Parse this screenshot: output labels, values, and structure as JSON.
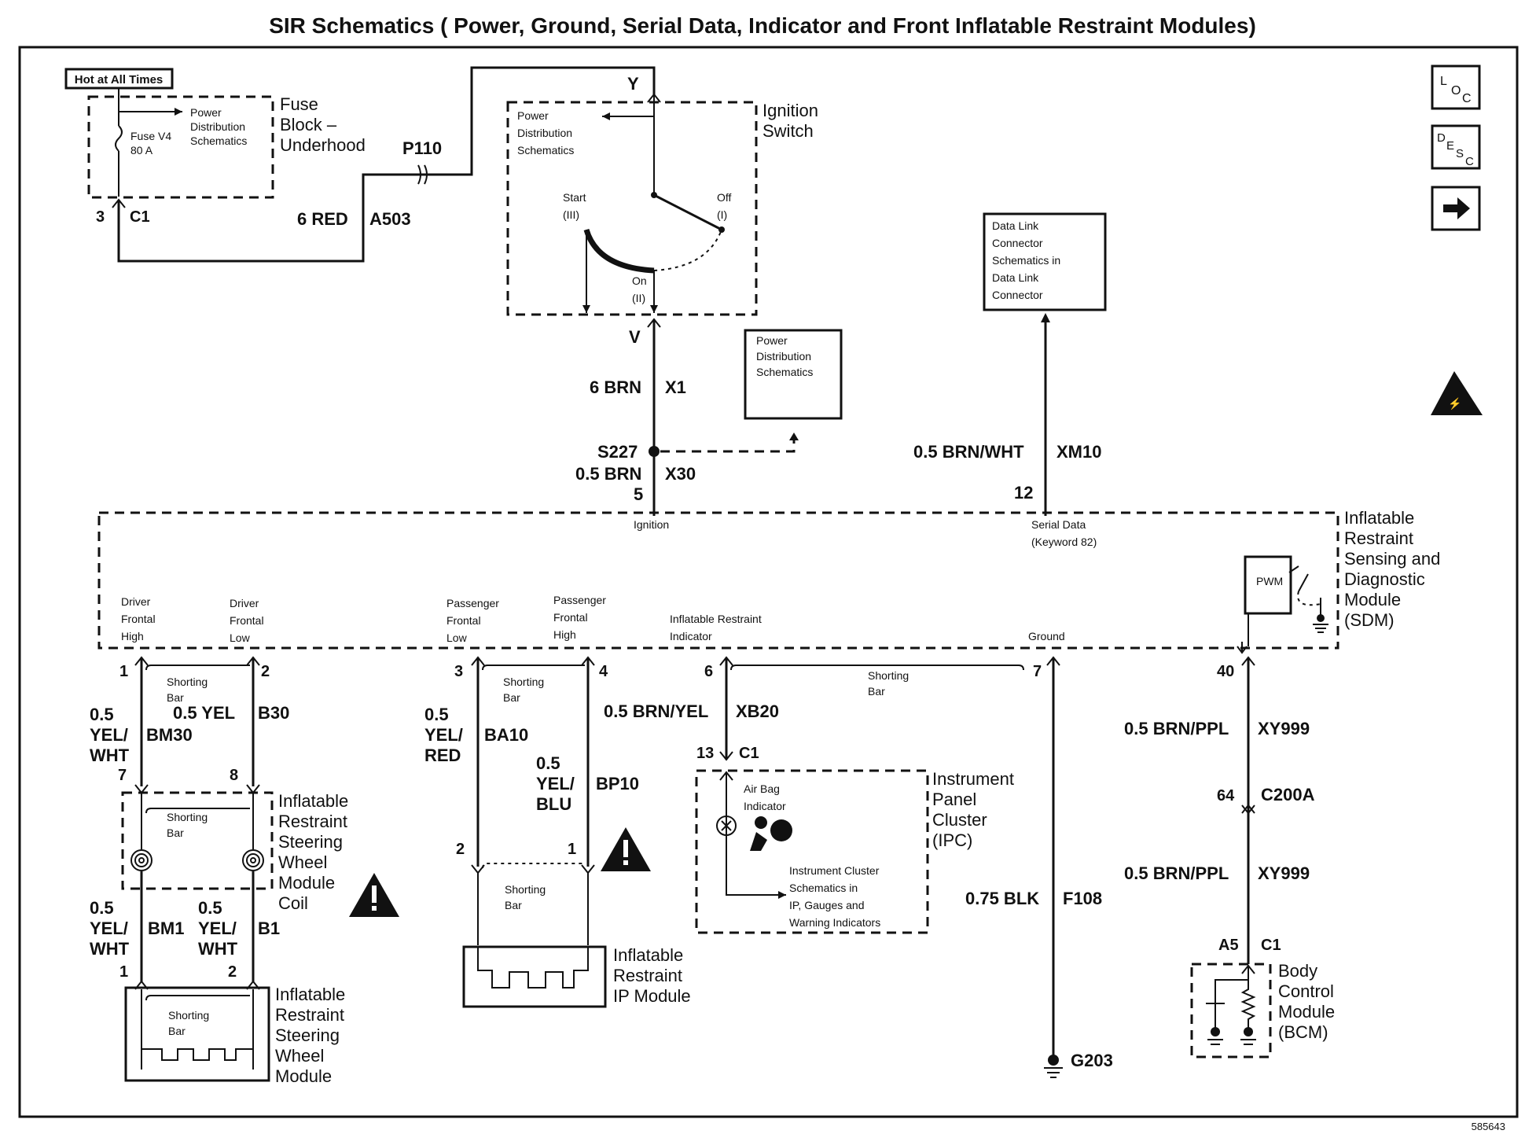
{
  "title": "SIR Schematics ( Power, Ground, Serial Data, Indicator and Front Inflatable Restraint Modules)",
  "figure_number": "585643",
  "nav_icons": {
    "loc": [
      "L",
      "O",
      "C"
    ],
    "desc": [
      "D",
      "E",
      "S",
      "C"
    ],
    "next": "next-arrow-icon"
  },
  "hot_at_all_times": "Hot at All Times",
  "fuse_block": {
    "name": [
      "Fuse",
      "Block –",
      "Underhood"
    ],
    "fuse": [
      "Fuse V4",
      "80 A"
    ],
    "pds": [
      "Power",
      "Distribution",
      "Schematics"
    ],
    "pin": "3",
    "conn": "C1"
  },
  "p110": "P110",
  "wire_a503": {
    "size_color": "6 RED",
    "circuit": "A503"
  },
  "ignition_switch": {
    "name": [
      "Ignition",
      "Switch"
    ],
    "pds": [
      "Power",
      "Distribution",
      "Schematics"
    ],
    "start": [
      "Start",
      "(III)"
    ],
    "off": [
      "Off",
      "(I)"
    ],
    "on": [
      "On",
      "(II)"
    ],
    "y": "Y",
    "v": "V"
  },
  "wire_x1": {
    "size_color": "6 BRN",
    "circuit": "X1"
  },
  "pds_box": [
    "Power",
    "Distribution",
    "Schematics"
  ],
  "splice": {
    "name": "S227",
    "size_color": "0.5 BRN",
    "circuit": "X30",
    "pin": "5"
  },
  "dlc_box": [
    "Data Link",
    "Connector",
    "Schematics in",
    "Data Link",
    "Connector"
  ],
  "wire_xm10": {
    "size_color": "0.5 BRN/WHT",
    "circuit": "XM10",
    "pin": "12"
  },
  "sdm": {
    "name": [
      "Inflatable",
      "Restraint",
      "Sensing and",
      "Diagnostic",
      "Module",
      "(SDM)"
    ],
    "ignition": "Ignition",
    "serial": [
      "Serial Data",
      "(Keyword 82)"
    ],
    "pwm": "PWM",
    "driver_high": [
      "Driver",
      "Frontal",
      "High"
    ],
    "driver_low": [
      "Driver",
      "Frontal",
      "Low"
    ],
    "pass_low": [
      "Passenger",
      "Frontal",
      "Low"
    ],
    "pass_high": [
      "Passenger",
      "Frontal",
      "High"
    ],
    "indicator": [
      "Inflatable Restraint",
      "Indicator"
    ],
    "ground": "Ground"
  },
  "pins": {
    "p1": "1",
    "p2": "2",
    "p3": "3",
    "p4": "4",
    "p6": "6",
    "p7": "7",
    "p40": "40"
  },
  "shorting_bar": [
    "Shorting",
    "Bar"
  ],
  "wire_bm30": {
    "size": [
      "0.5",
      "YEL/",
      "WHT"
    ],
    "circuit": "BM30"
  },
  "wire_b30": {
    "size": "0.5 YEL",
    "circuit": "B30"
  },
  "coil": {
    "name": [
      "Inflatable",
      "Restraint",
      "Steering",
      "Wheel",
      "Module",
      "Coil"
    ],
    "pin7": "7",
    "pin8": "8"
  },
  "wire_bm1": {
    "size": [
      "0.5",
      "YEL/",
      "WHT"
    ],
    "circuit": "BM1",
    "pin": "1"
  },
  "wire_b1": {
    "size": [
      "0.5",
      "YEL/",
      "WHT"
    ],
    "circuit": "B1",
    "pin": "2"
  },
  "sw_module": {
    "name": [
      "Inflatable",
      "Restraint",
      "Steering",
      "Wheel",
      "Module"
    ]
  },
  "wire_ba10": {
    "size": [
      "0.5",
      "YEL/",
      "RED"
    ],
    "circuit": "BA10",
    "pin": "2"
  },
  "wire_bp10": {
    "size": [
      "0.5",
      "YEL/",
      "BLU"
    ],
    "circuit": "BP10",
    "pin": "1"
  },
  "ip_module": {
    "name": [
      "Inflatable",
      "Restraint",
      "IP Module"
    ]
  },
  "wire_xb20": {
    "size_color": "0.5 BRN/YEL",
    "circuit": "XB20",
    "pin": "13",
    "conn": "C1"
  },
  "ipc": {
    "name": [
      "Instrument",
      "Panel",
      "Cluster",
      "(IPC)"
    ],
    "airbag": [
      "Air Bag",
      "Indicator"
    ],
    "ref": [
      "Instrument Cluster",
      "Schematics in",
      "IP, Gauges and",
      "Warning Indicators"
    ]
  },
  "wire_f108": {
    "size_color": "0.75 BLK",
    "circuit": "F108"
  },
  "ground_g203": "G203",
  "wire_xy999_a": {
    "size_color": "0.5 BRN/PPL",
    "circuit": "XY999"
  },
  "c200a": {
    "pin": "64",
    "conn": "C200A"
  },
  "wire_xy999_b": {
    "size_color": "0.5 BRN/PPL",
    "circuit": "XY999"
  },
  "bcm": {
    "name": [
      "Body",
      "Control",
      "Module",
      "(BCM)"
    ],
    "pin": "A5",
    "conn": "C1"
  }
}
